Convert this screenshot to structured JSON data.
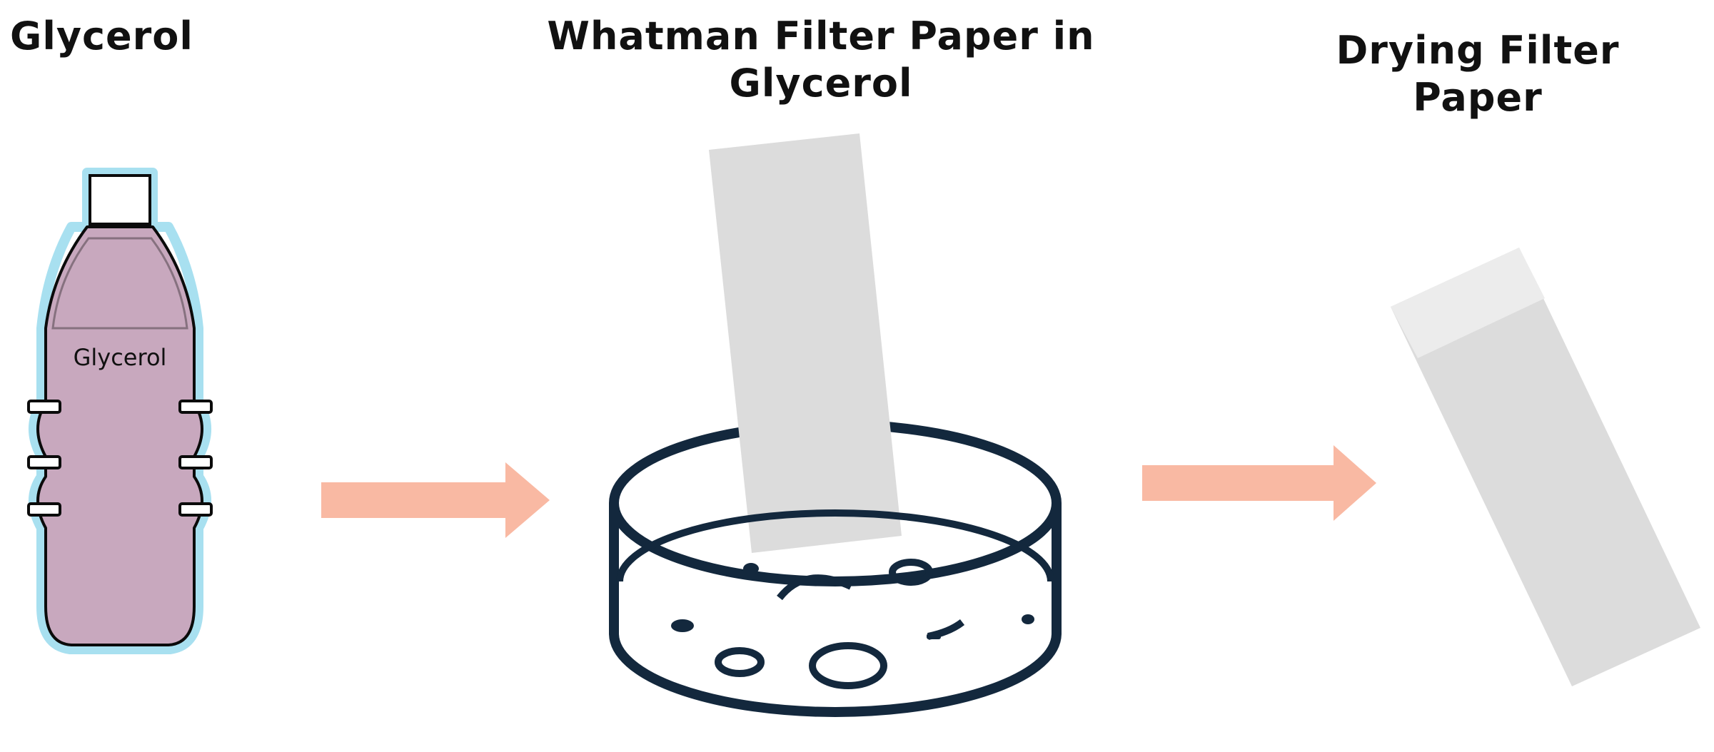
{
  "steps": [
    {
      "title_lines": [
        "Glycerol"
      ]
    },
    {
      "title_lines": [
        "Whatman Filter Paper in",
        "Glycerol"
      ]
    },
    {
      "title_lines": [
        "Drying Filter",
        "Paper"
      ]
    }
  ],
  "bottle": {
    "label": "Glycerol"
  },
  "colors": {
    "liquid": "#c8a8be",
    "outline": "#0b0b0b",
    "glow": "#a8e0f0",
    "arrow": "#f9b9a3",
    "dish_outline": "#13283d",
    "paper": "#dcdcdc",
    "paper_wet": "#dcdcdc",
    "paper_dry": "#ececec"
  }
}
